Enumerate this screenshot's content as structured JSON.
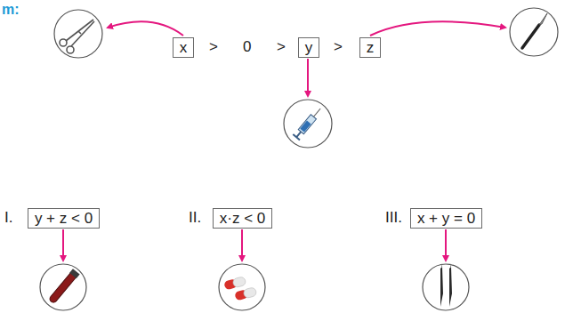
{
  "diagram": {
    "nodes": [
      {
        "text": [
          "x"
        ]
      },
      {
        "text": [
          "y"
        ]
      },
      {
        "text": [
          "z"
        ]
      },
      {
        "text": [
          "y + z < 0"
        ]
      },
      {
        "text": [
          "x·z < 0"
        ]
      },
      {
        "text": [
          "x + y = 0"
        ]
      }
    ],
    "labels": [
      "m:",
      ">",
      "0",
      ">",
      ">",
      "I.",
      "II.",
      "III."
    ]
  }
}
